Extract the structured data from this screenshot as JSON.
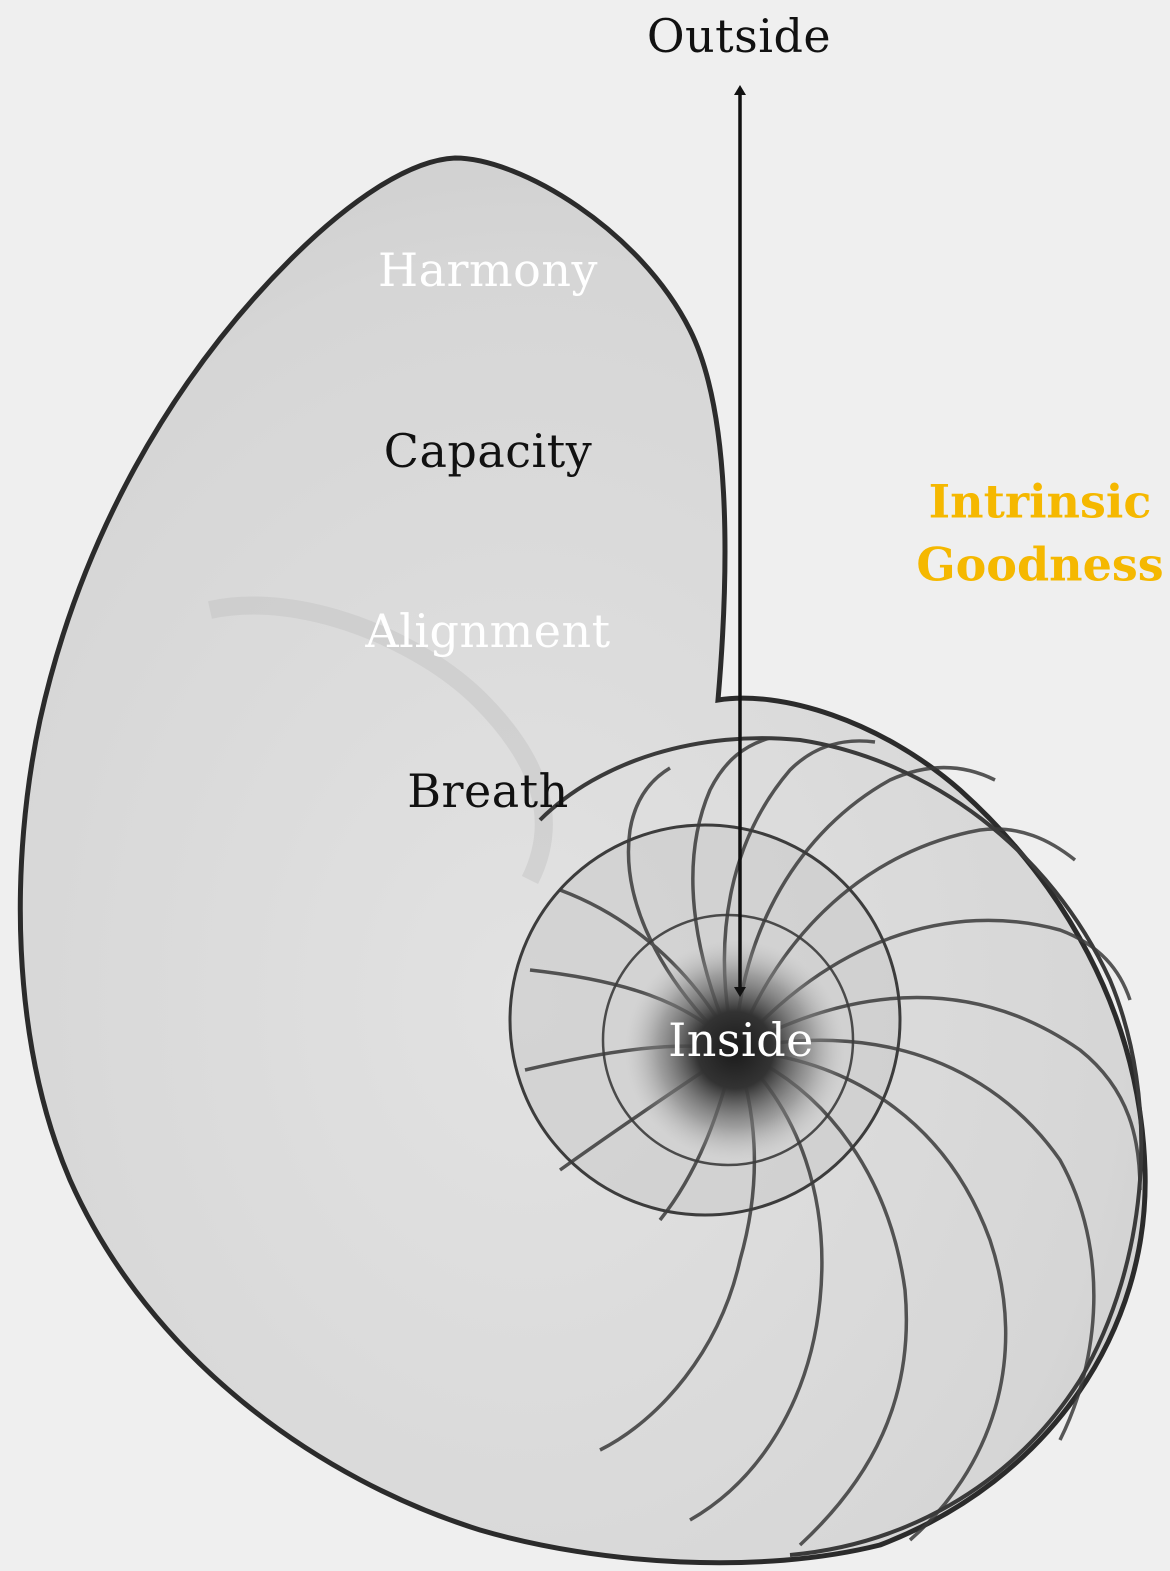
{
  "axis": {
    "top_label": "Outside",
    "bottom_label": "Inside"
  },
  "layers": [
    {
      "label": "Harmony",
      "color": "#ffffff"
    },
    {
      "label": "Capacity",
      "color": "#111111"
    },
    {
      "label": "Alignment",
      "color": "#ffffff"
    },
    {
      "label": "Breath",
      "color": "#111111"
    }
  ],
  "callout": {
    "line1": "Intrinsic",
    "line2": "Goodness",
    "color": "#f5b800"
  },
  "colors": {
    "background": "#efefef",
    "shell_fill": "#d9d9d9",
    "shell_outline": "#2b2b2b",
    "arrow": "#111111"
  }
}
